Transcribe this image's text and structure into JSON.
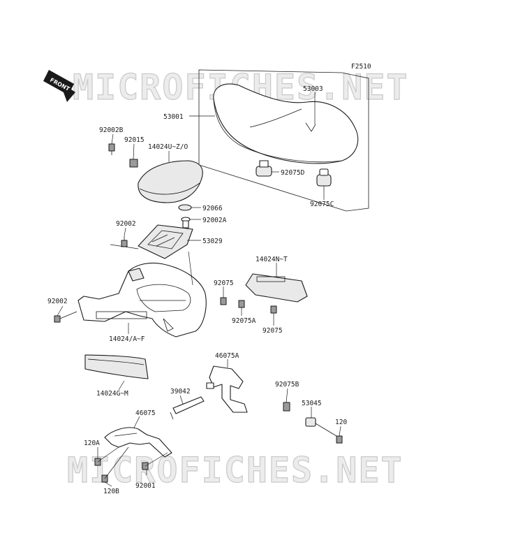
{
  "diagram": {
    "code": "F2510",
    "watermark": "MICROFICHES.NET",
    "front_arrow": "FRONT",
    "parts": {
      "p53003": "53003",
      "p53001": "53001",
      "p92002B": "92002B",
      "p92015": "92015",
      "p14024UZO": "14024U~Z/O",
      "p92075D": "92075D",
      "p92075C": "92075C",
      "p92066": "92066",
      "p92002A": "92002A",
      "p92002_top": "92002",
      "p53029": "53029",
      "p14024NT": "14024N~T",
      "p92075_left": "92075",
      "p92002_left": "92002",
      "p92075A": "92075A",
      "p92075_right": "92075",
      "p14024AF": "14024/A~F",
      "p46075A": "46075A",
      "p14024GM": "14024G~M",
      "p39042": "39042",
      "p92075B": "92075B",
      "p53045": "53045",
      "p46075": "46075",
      "p120": "120",
      "p120A": "120A",
      "p120B": "120B",
      "p92001": "92001"
    }
  }
}
